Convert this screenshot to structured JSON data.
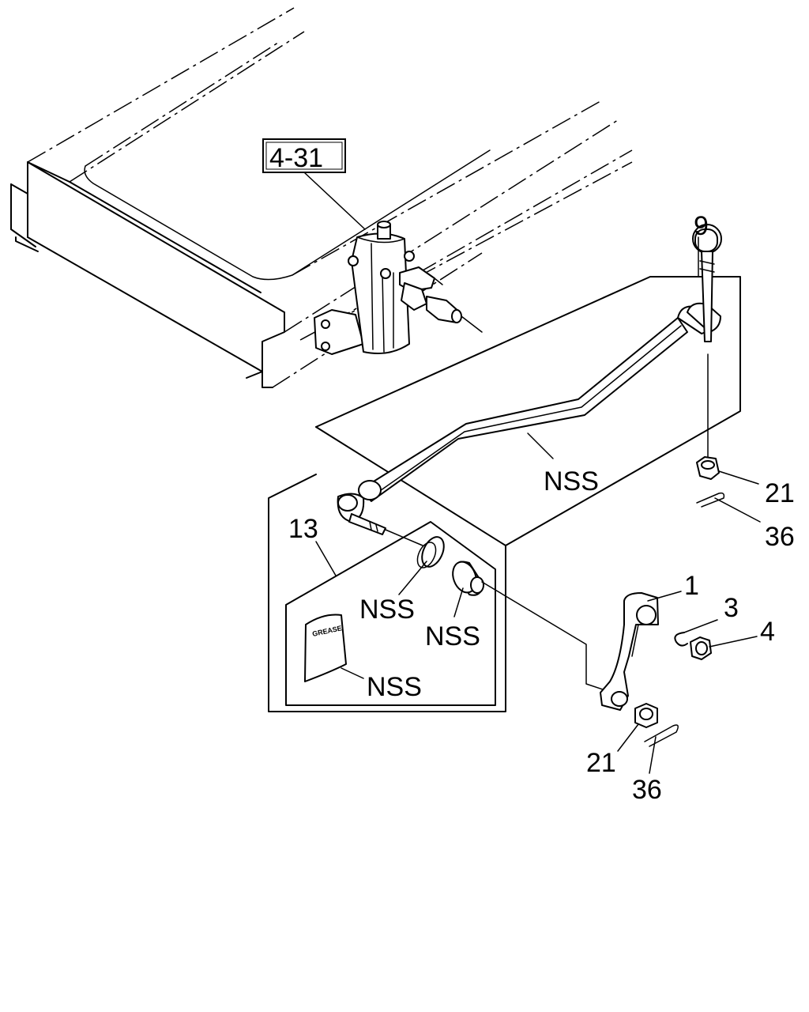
{
  "reference": {
    "label": "4-31"
  },
  "callouts": {
    "tie_rod_assy": "9",
    "tie_rod_body": "NSS",
    "end_nut_top": "21",
    "pin_top": "36",
    "kit": "13",
    "kit_ring": "NSS",
    "kit_seal": "NSS",
    "kit_grease": "NSS",
    "arm": "1",
    "clip": "3",
    "nut": "4",
    "nut_lower": "21",
    "pin_lower": "36"
  },
  "grease_pack": {
    "label": "GREASE"
  }
}
